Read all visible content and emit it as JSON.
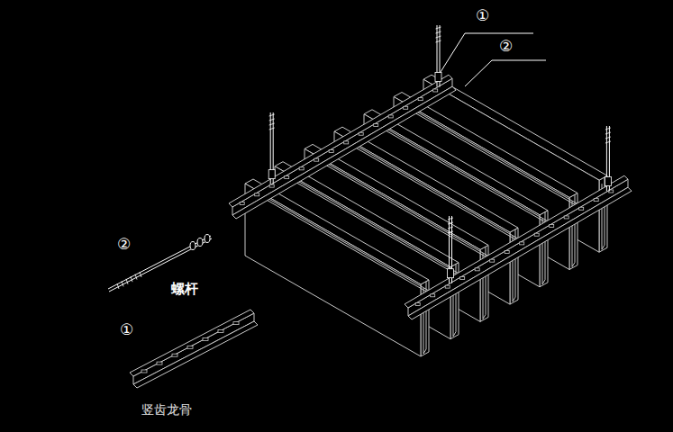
{
  "diagram": {
    "labels": [
      "①",
      "②",
      "②",
      "螺杆",
      "①",
      "竖齿龙骨"
    ]
  }
}
